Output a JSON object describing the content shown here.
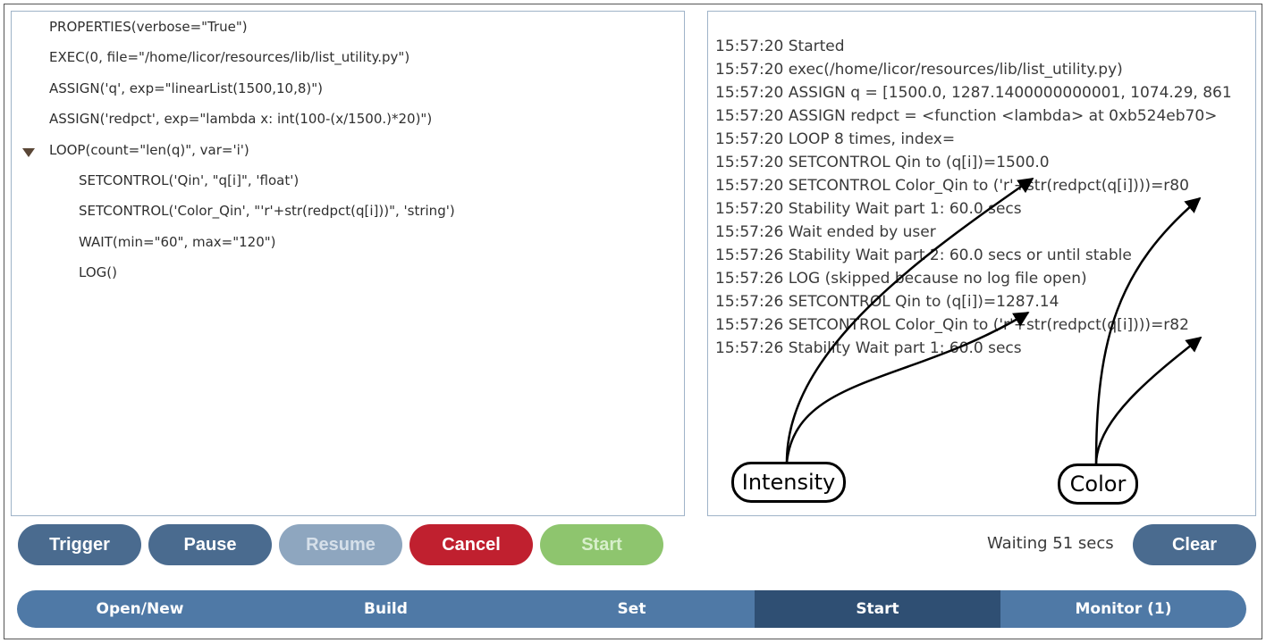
{
  "script": {
    "lines": [
      "PROPERTIES(verbose=\"True\")",
      "EXEC(0, file=\"/home/licor/resources/lib/list_utility.py\")",
      "ASSIGN('q', exp=\"linearList(1500,10,8)\")",
      "ASSIGN('redpct', exp=\"lambda x: int(100-(x/1500.)*20)\")",
      "LOOP(count=\"len(q)\", var='i')",
      "SETCONTROL('Qin', \"q[i]\", 'float')",
      "SETCONTROL('Color_Qin', \"'r'+str(redpct(q[i]))\", 'string')",
      "WAIT(min=\"60\", max=\"120\")",
      "LOG()"
    ]
  },
  "log": {
    "lines": [
      "15:57:20 Started",
      "15:57:20 exec(/home/licor/resources/lib/list_utility.py)",
      "15:57:20 ASSIGN q = [1500.0, 1287.1400000000001, 1074.29, 861",
      "15:57:20 ASSIGN redpct = <function <lambda> at 0xb524eb70>",
      "15:57:20 LOOP 8 times, index=",
      "15:57:20 SETCONTROL Qin to (q[i])=1500.0",
      "15:57:20 SETCONTROL Color_Qin to ('r'+str(redpct(q[i])))=r80",
      "15:57:20 Stability Wait part 1: 60.0 secs",
      "15:57:26 Wait ended by user",
      "15:57:26 Stability Wait part 2: 60.0 secs or until stable",
      "15:57:26 LOG (skipped because no log file open)",
      "15:57:26 SETCONTROL Qin to (q[i])=1287.14",
      "15:57:26 SETCONTROL Color_Qin to ('r'+str(redpct(q[i])))=r82",
      "15:57:26 Stability Wait part 1: 60.0 secs"
    ]
  },
  "buttons": {
    "trigger": "Trigger",
    "pause": "Pause",
    "resume": "Resume",
    "cancel": "Cancel",
    "start": "Start",
    "clear": "Clear"
  },
  "status": "Waiting 51 secs",
  "nav": {
    "tabs": [
      "Open/New",
      "Build",
      "Set",
      "Start",
      "Monitor (1)"
    ],
    "active": "Start"
  },
  "annotations": {
    "intensity": "Intensity",
    "color": "Color"
  },
  "colors": {
    "primary_button": "#4a6b8f",
    "cancel_button": "#c0202f",
    "start_button": "#8ec56e",
    "nav_bar": "#4f79a6",
    "nav_active": "#2f4f73"
  },
  "icons": {
    "loop_expander": "triangle-down-icon"
  }
}
